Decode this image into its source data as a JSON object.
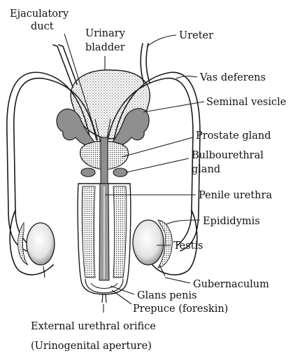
{
  "labels": {
    "ejaculatory_duct_1": "Ejaculatory",
    "ejaculatory_duct_2": "duct",
    "urinary_bladder_1": "Urinary",
    "urinary_bladder_2": "bladder",
    "ureter": "Ureter",
    "vas_deferens": "Vas deferens",
    "seminal_vesicle": "Seminal vesicle",
    "prostate_gland": "Prostate gland",
    "bulbourethral_gland_1": "Bulbourethral",
    "bulbourethral_gland_2": "gland",
    "penile_urethra": "Penile urethra",
    "epididymis": "Epididymis",
    "testis": "Testis",
    "gubernaculum": "Gubernaculum",
    "glans_penis": "Glans penis",
    "prepuce": "Prepuce (foreskin)",
    "external_orifice_1": "External urethral orifice",
    "external_orifice_2": "(Urinogenital aperture)"
  },
  "colors": {
    "ink": "#1a1a1a",
    "gland_fill": "#8f8f8f",
    "stipple_fill": "#d0d0d0",
    "testis_fill": "#e9e9e9"
  }
}
